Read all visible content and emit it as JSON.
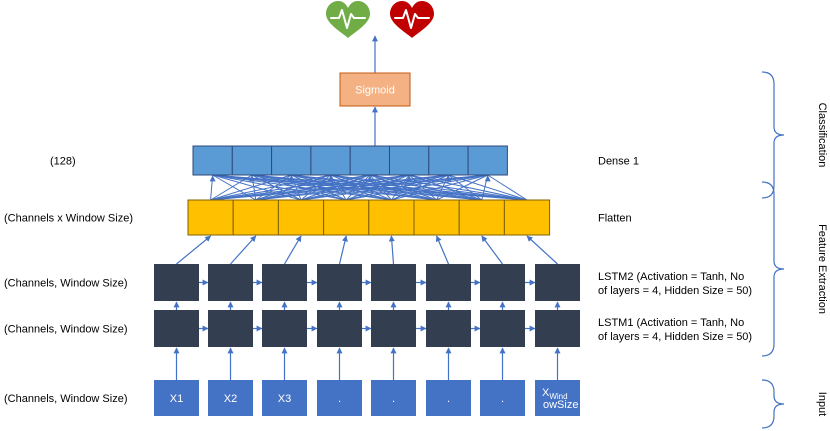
{
  "heart_icons": [
    {
      "name": "healthy-heart-icon",
      "color": "#70ad47"
    },
    {
      "name": "diseased-heart-icon",
      "color": "#c00000"
    }
  ],
  "sigmoid": {
    "label": "Sigmoid",
    "color": "#f4b183",
    "border": "#c55a11"
  },
  "dense": {
    "cells": 8,
    "left_label": "(128)",
    "right_label": "Dense 1",
    "color": "#5b9bd5",
    "border": "#2e4a7a"
  },
  "flatten": {
    "cells": 8,
    "left_label": "(Channels x Window Size)",
    "right_label": "Flatten",
    "color": "#ffc000",
    "border": "#7f6000"
  },
  "lstm2": {
    "cells": 8,
    "left_label": "(Channels, Window Size)",
    "right_label_lines": [
      "LSTM2 (Activation = Tanh, No",
      "of layers = 4, Hidden Size = 50)"
    ],
    "color": "#333f50"
  },
  "lstm1": {
    "cells": 8,
    "left_label": "(Channels, Window Size)",
    "right_label_lines": [
      "LSTM1 (Activation = Tanh, No",
      "of layers = 4, Hidden Size = 50)"
    ],
    "color": "#333f50"
  },
  "input": {
    "left_label": "(Channels, Window Size)",
    "items": [
      "X1",
      "X2",
      "X3",
      ".",
      ".",
      ".",
      "."
    ],
    "last_item": {
      "main": "X",
      "sub_line1": "Wind",
      "sub_line2": "owSize"
    },
    "color": "#4472c4"
  },
  "braces": [
    {
      "label": "Classification"
    },
    {
      "label": "Feature Extraction"
    },
    {
      "label": "Input"
    }
  ],
  "arrow_color": "#4472c4"
}
